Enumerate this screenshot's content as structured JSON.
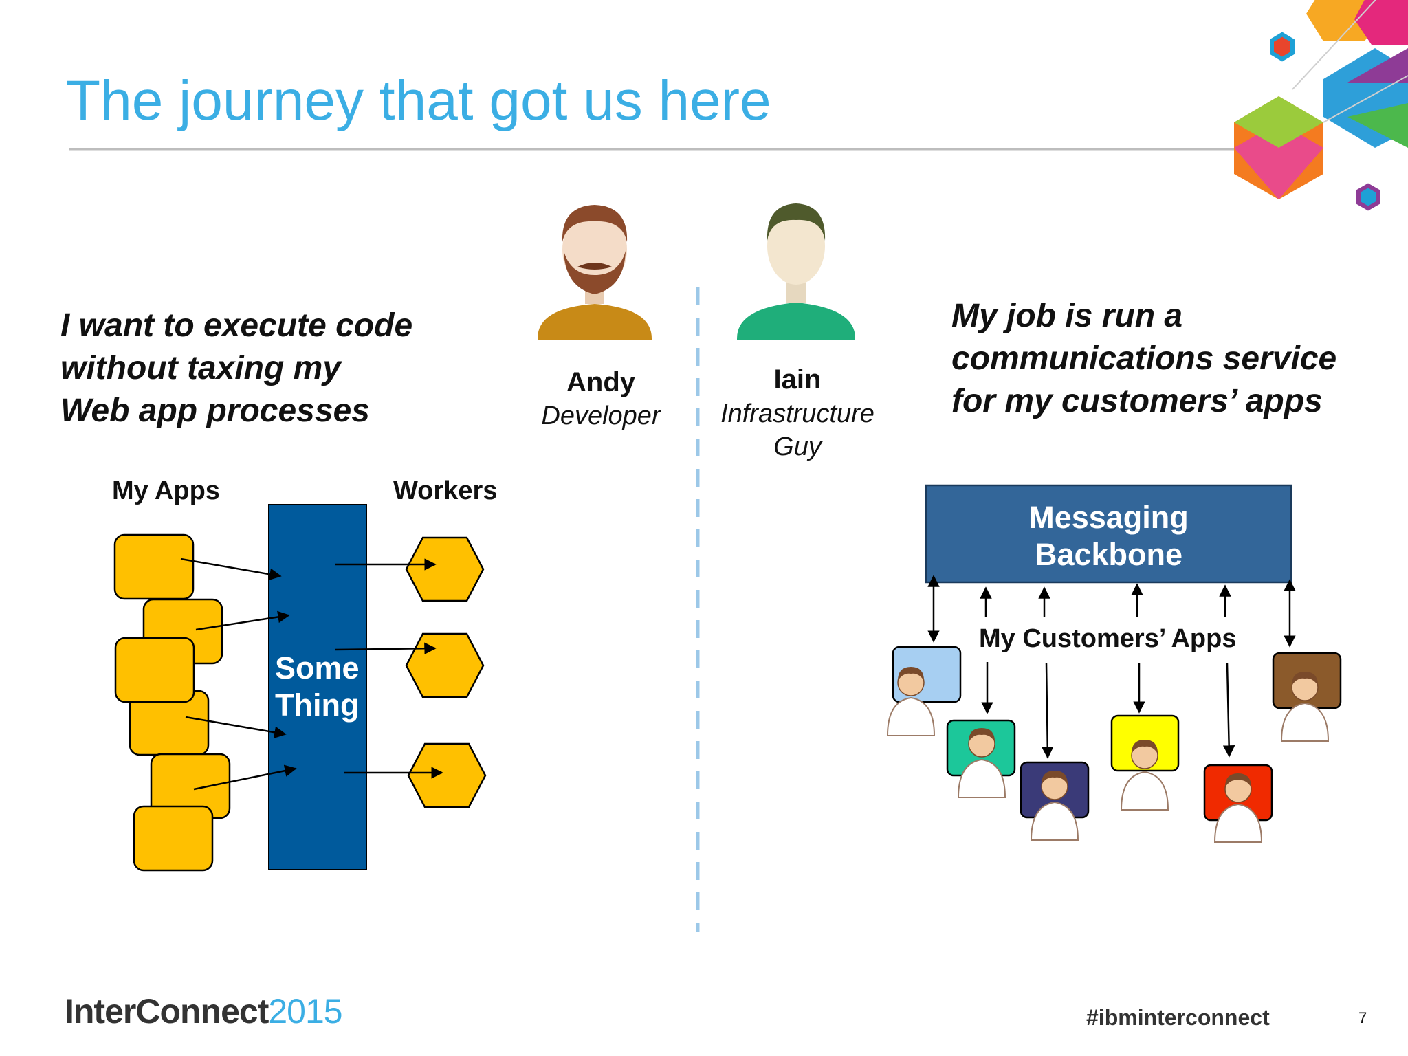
{
  "slide": {
    "title": "The journey that got us here",
    "page_number": "7"
  },
  "left": {
    "quote_lines": [
      "I want to execute code",
      "without taxing my",
      "Web app processes"
    ],
    "persona_name": "Andy",
    "persona_role": "Developer",
    "my_apps_label": "My Apps",
    "workers_label": "Workers",
    "middle_box_lines": [
      "Some",
      "Thing"
    ]
  },
  "right": {
    "quote_lines": [
      "My job is run a",
      "communications service",
      "for my customers’ apps"
    ],
    "persona_name": "Iain",
    "persona_role_lines": [
      "Infrastructure",
      "Guy"
    ],
    "backbone_lines": [
      "Messaging",
      "Backbone"
    ],
    "customers_label": "My Customers’ Apps"
  },
  "footer": {
    "brand": "InterConnect",
    "year": "2015",
    "hashtag": "#ibminterconnect"
  },
  "colors": {
    "title_blue": "#3BAEE4",
    "app_yellow": "#FFC000",
    "middle_box_blue": "#005A9C",
    "backbone_blue": "#336699",
    "divider_blue": "#9CC8E8"
  },
  "icons": {
    "andy": "bearded-developer-avatar-icon",
    "iain": "infrastructure-guy-avatar-icon",
    "customer": "customer-person-icon",
    "logo": "interconnect-hexagon-logo-icon"
  }
}
